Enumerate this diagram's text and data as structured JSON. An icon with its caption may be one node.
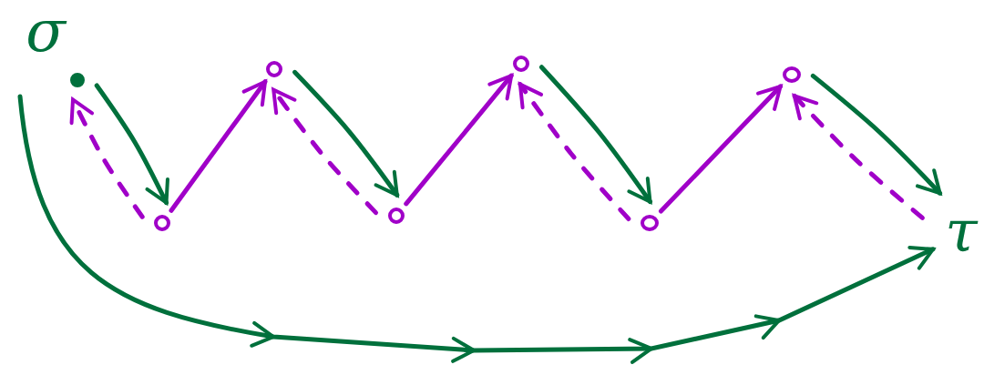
{
  "diagram": {
    "nodes": [
      {
        "text": [
          "σ"
        ]
      },
      {
        "text": [],
        "shape": "circle"
      },
      {
        "text": [],
        "shape": "circle"
      },
      {
        "text": [],
        "shape": "circle"
      },
      {
        "text": [],
        "shape": "circle"
      },
      {
        "text": [],
        "shape": "circle"
      },
      {
        "text": [],
        "shape": "circle"
      },
      {
        "text": [],
        "shape": "circle"
      },
      {
        "text": [
          "τ"
        ]
      }
    ],
    "edges": [
      {
        "from": 0,
        "to": 8,
        "arrow": "to",
        "color": "#00703c"
      },
      {
        "from": 1,
        "to": 2,
        "arrow": "to",
        "color": "#00703c"
      },
      {
        "from": 2,
        "to": 1,
        "arrow": "to",
        "style": "dashed"
      },
      {
        "from": 2,
        "to": 3,
        "arrow": "to"
      },
      {
        "from": 3,
        "to": 4,
        "arrow": "to",
        "color": "#00703c"
      },
      {
        "from": 4,
        "to": 3,
        "arrow": "to",
        "style": "dashed"
      },
      {
        "from": 4,
        "to": 5,
        "arrow": "to"
      },
      {
        "from": 5,
        "to": 6,
        "arrow": "to",
        "color": "#00703c"
      },
      {
        "from": 6,
        "to": 5,
        "arrow": "to",
        "style": "dashed"
      },
      {
        "from": 6,
        "to": 7,
        "arrow": "to"
      },
      {
        "from": 7,
        "to": 8,
        "arrow": "to",
        "color": "#00703c"
      },
      {
        "from": 8,
        "to": 7,
        "arrow": "to",
        "style": "dashed"
      }
    ]
  }
}
